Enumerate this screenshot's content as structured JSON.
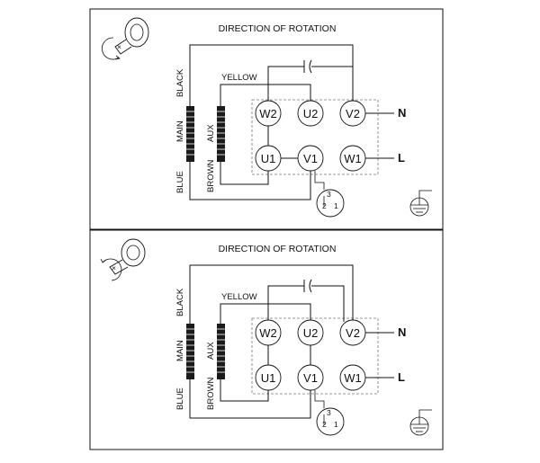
{
  "panels": [
    {
      "title": "DIRECTION OF ROTATION",
      "rotation": "counterclockwise",
      "labels": {
        "black": "BLACK",
        "main": "MAIN",
        "blue": "BLUE",
        "aux": "AUX",
        "brown": "BROWN",
        "yellow": "YELLOW"
      },
      "terminals": {
        "w2": "W2",
        "u2": "U2",
        "v2": "V2",
        "u1": "U1",
        "v1": "V1",
        "w1": "W1"
      },
      "mains": {
        "n": "N",
        "l": "L"
      },
      "protector": {
        "p3": "3",
        "p2": "2",
        "p1": "1"
      }
    },
    {
      "title": "DIRECTION OF ROTATION",
      "rotation": "clockwise",
      "labels": {
        "black": "BLACK",
        "main": "MAIN",
        "blue": "BLUE",
        "aux": "AUX",
        "brown": "BROWN",
        "yellow": "YELLOW"
      },
      "terminals": {
        "w2": "W2",
        "u2": "U2",
        "v2": "V2",
        "u1": "U1",
        "v1": "V1",
        "w1": "W1"
      },
      "mains": {
        "n": "N",
        "l": "L"
      },
      "protector": {
        "p3": "3",
        "p2": "2",
        "p1": "1"
      }
    }
  ],
  "icons": [
    "motor-rotation-icon",
    "capacitor-icon",
    "ground-icon",
    "thermal-protector-icon"
  ]
}
